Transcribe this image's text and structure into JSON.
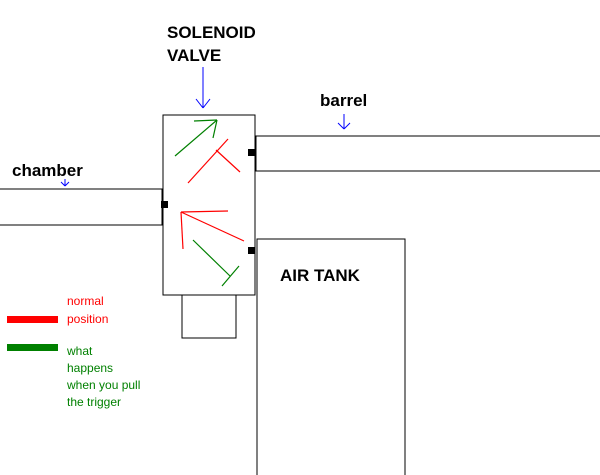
{
  "labels": {
    "solenoid_line1": "SOLENOID",
    "solenoid_line2": "VALVE",
    "barrel": "barrel",
    "chamber": "chamber",
    "air_tank": "AIR TANK"
  },
  "legend": {
    "normal_line1": "normal",
    "normal_line2": "position",
    "trigger_line1": "what",
    "trigger_line2": "happens",
    "trigger_line3": "when you pull",
    "trigger_line4": "the trigger"
  },
  "colors": {
    "normal": "#ff0000",
    "trigger": "#008000",
    "pointer": "#0000ff",
    "outline": "#000000"
  }
}
